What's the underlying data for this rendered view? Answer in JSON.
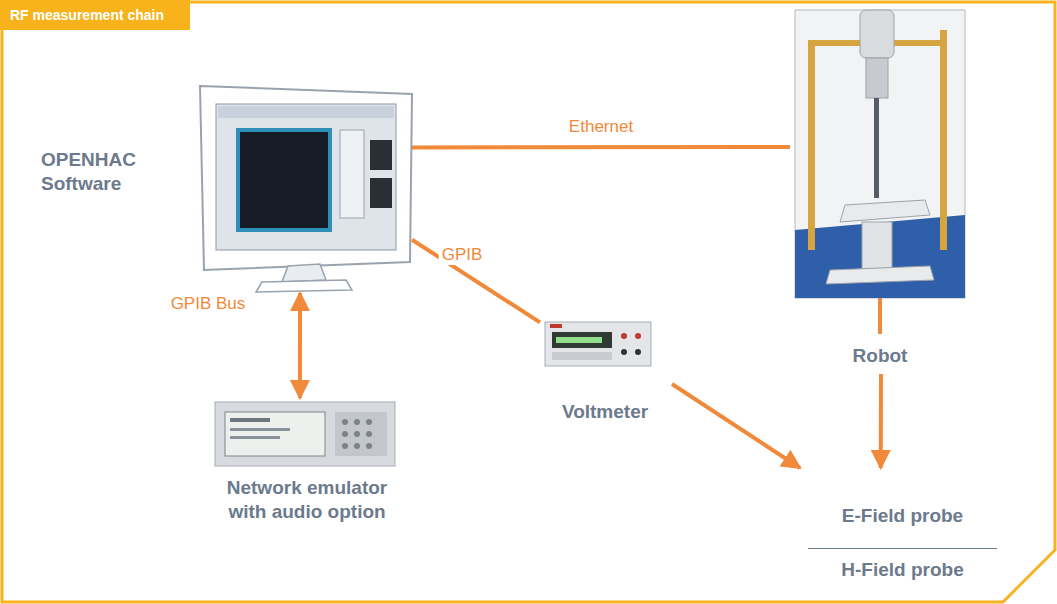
{
  "diagram": {
    "title": "RF measurement chain",
    "nodes": [
      {
        "text": [
          "OPENHAC Software"
        ]
      },
      {
        "text": [
          "Network emulator with audio option"
        ]
      },
      {
        "text": [
          "Voltmeter"
        ]
      },
      {
        "text": [
          "Robot"
        ]
      },
      {
        "text": [
          "E-Field probe",
          "H-Field probe"
        ]
      }
    ],
    "edges": [
      {
        "from": 0,
        "to": 3,
        "label": "Ethernet",
        "arrow": "none"
      },
      {
        "from": 0,
        "to": 2,
        "label": "GPIB",
        "arrow": "none"
      },
      {
        "from": 0,
        "to": 1,
        "label": "GPIB Bus",
        "arrow": "both"
      },
      {
        "from": 2,
        "to": 4,
        "arrow": "to"
      },
      {
        "from": 3,
        "to": 4,
        "arrow": "to"
      }
    ]
  }
}
